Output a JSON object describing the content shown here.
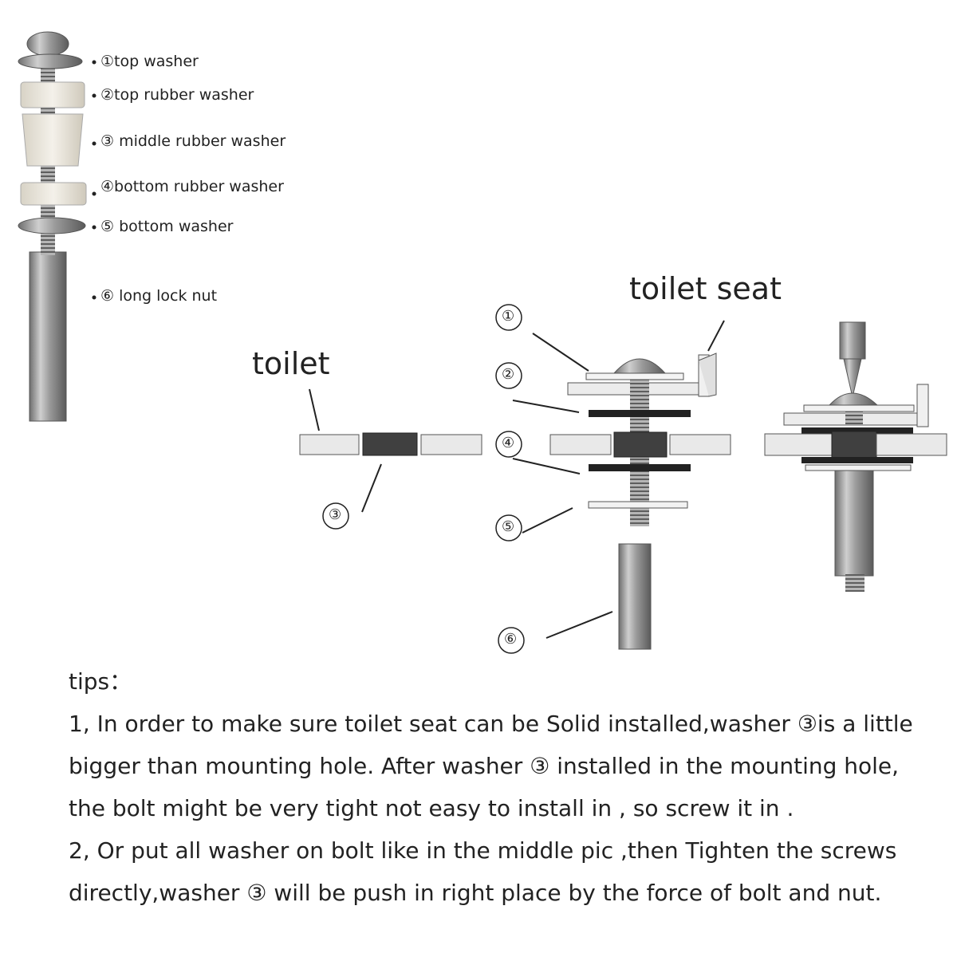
{
  "parts": [
    {
      "num": "①",
      "name": "①top washer"
    },
    {
      "num": "②",
      "name": "②top rubber washer"
    },
    {
      "num": "③",
      "name": "③ middle rubber washer"
    },
    {
      "num": "④",
      "name": "④bottom rubber washer"
    },
    {
      "num": "⑤",
      "name": "⑤ bottom washer"
    },
    {
      "num": "⑥",
      "name": "⑥ long lock nut"
    }
  ],
  "callouts": {
    "toilet": "toilet",
    "toilet_seat": "toilet seat"
  },
  "tips": {
    "heading": "tips：",
    "lines": [
      "1,  In order to make sure toilet seat  can be Solid installed,washer ③is a little",
      "bigger than mounting hole. After washer ③ installed in the mounting hole,",
      "the bolt might be very tight  not easy to install in ,    so screw it in .",
      "2,  Or put all washer on bolt like in the middle pic ,then  Tighten the screws",
      "directly,washer ③ will be push in right place by the  force of bolt and nut."
    ]
  }
}
